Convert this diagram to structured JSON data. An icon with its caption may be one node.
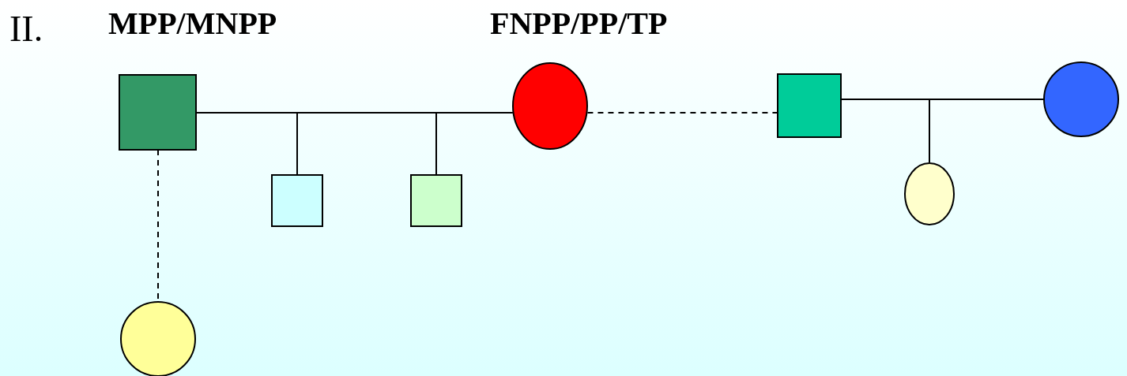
{
  "diagram": {
    "nodes": [
      {
        "text": [],
        "shape": "box"
      },
      {
        "text": [],
        "shape": "box"
      },
      {
        "text": [],
        "shape": "box"
      },
      {
        "text": [],
        "shape": "circle"
      },
      {
        "text": [],
        "shape": "box"
      },
      {
        "text": [],
        "shape": "circle"
      },
      {
        "text": [],
        "shape": "circle"
      },
      {
        "text": [],
        "shape": "circle"
      }
    ],
    "edges": [
      {
        "from": 0,
        "to": 3,
        "arrow": "none"
      },
      {
        "from": 0,
        "to": 1,
        "arrow": "none"
      },
      {
        "from": 3,
        "to": 1,
        "arrow": "none"
      },
      {
        "from": 0,
        "to": 2,
        "arrow": "none"
      },
      {
        "from": 3,
        "to": 2,
        "arrow": "none"
      },
      {
        "from": 0,
        "to": 7,
        "arrow": "none",
        "style": "dashed"
      },
      {
        "from": 3,
        "to": 4,
        "arrow": "none",
        "style": "dashed"
      },
      {
        "from": 4,
        "to": 6,
        "arrow": "none"
      },
      {
        "from": 4,
        "to": 5,
        "arrow": "none"
      },
      {
        "from": 6,
        "to": 5,
        "arrow": "none"
      }
    ],
    "labels": [
      "II.",
      "MPP/MNPP",
      "FNPP/PP/TP"
    ]
  }
}
